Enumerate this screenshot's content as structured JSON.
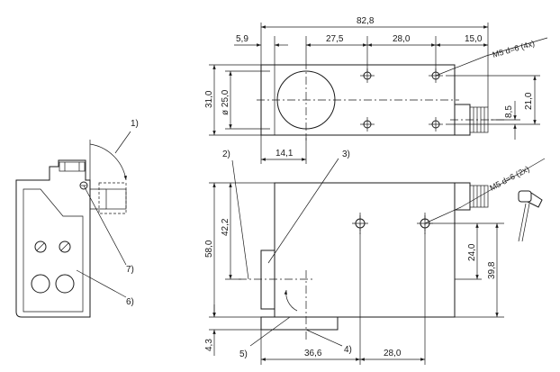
{
  "dimensions": {
    "overall_length": "82,8",
    "left_offset": "5,9",
    "hole_offset_a": "27,5",
    "hole_spacing_top": "28,0",
    "right_offset": "15,0",
    "top_height": "31,0",
    "lens_diameter": "ø 25,0",
    "hole_vertical": "21,0",
    "connector_offset": "8,5",
    "lens_offset": "14,1",
    "front_height": "58,0",
    "front_mid": "42,2",
    "front_hole_height": "24,0",
    "front_hole_height_b": "39,8",
    "bottom_step": "4,3",
    "bottom_a": "36,6",
    "bottom_b": "28,0"
  },
  "hole_specs": {
    "top": "M5 d=6  (4x)",
    "front": "M5 d=6  (2x)"
  },
  "callouts": [
    "1)",
    "2)",
    "3)",
    "4)",
    "5)",
    "6)",
    "7)"
  ]
}
